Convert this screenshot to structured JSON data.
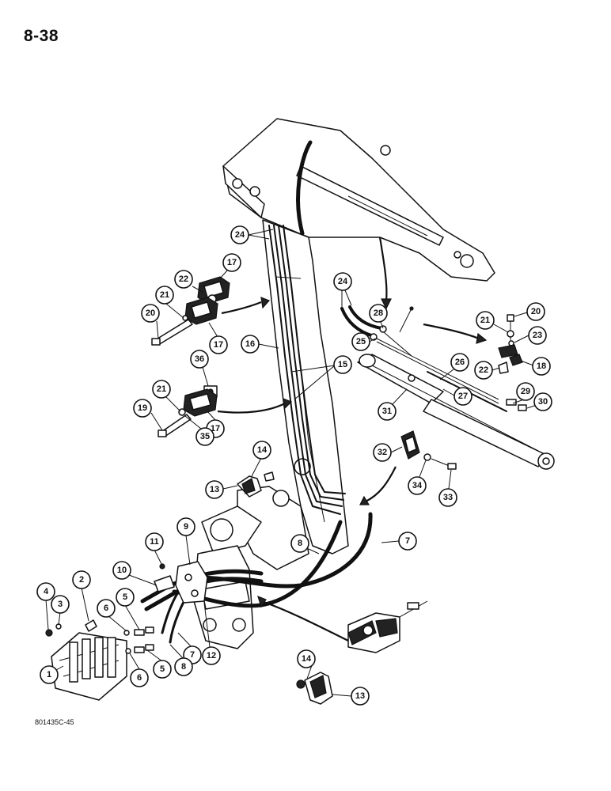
{
  "page_number": "8-38",
  "figure_code": "801435C-45",
  "callouts": [
    {
      "label": "1"
    },
    {
      "label": "2"
    },
    {
      "label": "3"
    },
    {
      "label": "4"
    },
    {
      "label": "5"
    },
    {
      "label": "5"
    },
    {
      "label": "6"
    },
    {
      "label": "6"
    },
    {
      "label": "7"
    },
    {
      "label": "7"
    },
    {
      "label": "8"
    },
    {
      "label": "8"
    },
    {
      "label": "9"
    },
    {
      "label": "10"
    },
    {
      "label": "11"
    },
    {
      "label": "12"
    },
    {
      "label": "13"
    },
    {
      "label": "13"
    },
    {
      "label": "14"
    },
    {
      "label": "14"
    },
    {
      "label": "15"
    },
    {
      "label": "16"
    },
    {
      "label": "17"
    },
    {
      "label": "17"
    },
    {
      "label": "17"
    },
    {
      "label": "18"
    },
    {
      "label": "19"
    },
    {
      "label": "20"
    },
    {
      "label": "20"
    },
    {
      "label": "21"
    },
    {
      "label": "21"
    },
    {
      "label": "21"
    },
    {
      "label": "22"
    },
    {
      "label": "22"
    },
    {
      "label": "23"
    },
    {
      "label": "24"
    },
    {
      "label": "24"
    },
    {
      "label": "25"
    },
    {
      "label": "26"
    },
    {
      "label": "27"
    },
    {
      "label": "28"
    },
    {
      "label": "29"
    },
    {
      "label": "30"
    },
    {
      "label": "31"
    },
    {
      "label": "32"
    },
    {
      "label": "33"
    },
    {
      "label": "34"
    },
    {
      "label": "35"
    },
    {
      "label": "36"
    }
  ]
}
